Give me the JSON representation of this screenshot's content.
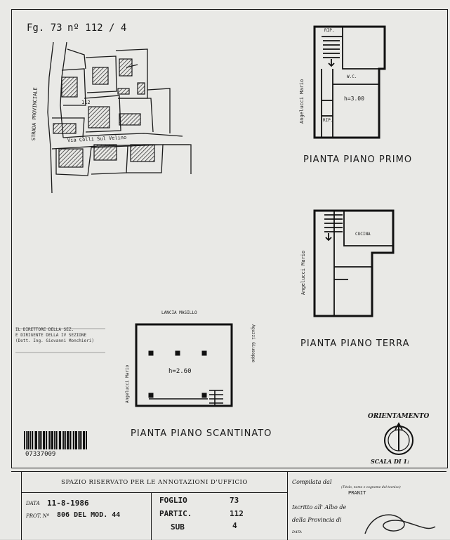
{
  "map": {
    "sheet": "Fg. 73",
    "number": "nº 112 / 4",
    "road_vertical": "STRADA PROVINCIALE",
    "road_horizontal": "Via Colli Sul Velino",
    "parcel_label": "112"
  },
  "floors": {
    "primo": {
      "title": "PIANTA PIANO PRIMO",
      "owner": "Angelucci Mario",
      "height": "h=3.00",
      "room_wc": "W.C.",
      "room_rip1": "RIP.",
      "room_rip2": "RIP."
    },
    "terra": {
      "title": "PIANTA PIANO TERRA",
      "owner": "Angelucci Mario",
      "room_cucina": "CUCINA"
    },
    "scantinato": {
      "title": "PIANTA PIANO SCANTINATO",
      "owner_top": "LANCIA MASILLO",
      "owner_left": "Angelucci Mario",
      "owner_right": "Aguzzi Giuseppe",
      "height": "h=2.60"
    }
  },
  "stamp": {
    "lines": [
      "IL DIRETTORE DELLA SEZ.",
      "E DIRIGENTE DELLA IV SEZIONE",
      "(Dott. Ing. Giovanni Monchieri)"
    ]
  },
  "orientation": {
    "title": "ORIENTAMENTO",
    "scale": "SCALA DI 1:"
  },
  "barcode": {
    "number": "07337009"
  },
  "office": {
    "header": "SPAZIO RISERVATO PER LE ANNOTAZIONI D'UFFICIO",
    "data_label": "DATA",
    "data_value": "11-8-1986",
    "prot_label": "PROT. Nº",
    "prot_value": "806 DEL MOD. 44",
    "foglio_label": "FOGLIO",
    "foglio_value": "73",
    "partic_label": "PARTIC.",
    "partic_value": "112",
    "sub_label": "SUB",
    "sub_value": "4"
  },
  "compiler": {
    "compilata": "Compilata dal",
    "note": "(Titolo, nome e cognome del tecnico)",
    "name": "PRANIT",
    "albo": "Iscritto all' Albo de",
    "provincia": "della Provincia di",
    "data": "DATA"
  }
}
